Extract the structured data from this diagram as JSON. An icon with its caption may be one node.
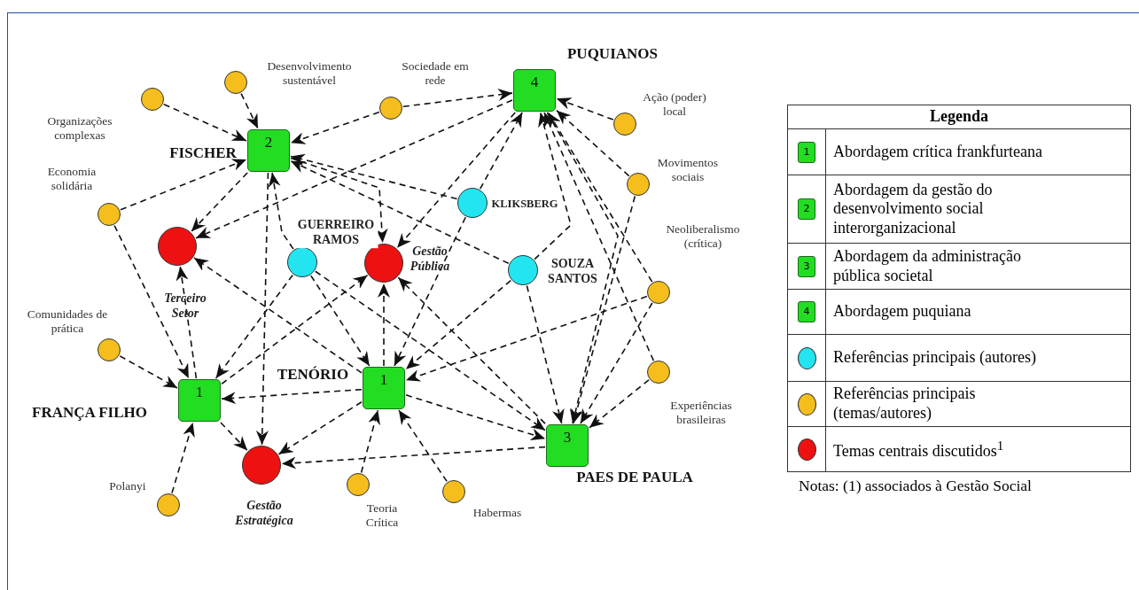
{
  "diagram": {
    "nodes": [
      {
        "text": [
          "2",
          "FISCHER"
        ]
      },
      {
        "text": [
          "4",
          "PUQUIANOS"
        ]
      },
      {
        "text": [
          "1",
          "FRANÇA FILHO"
        ]
      },
      {
        "text": [
          "1",
          "TENÓRIO"
        ]
      },
      {
        "text": [
          "3",
          "PAES DE PAULA"
        ]
      },
      {
        "text": [
          "Terceiro Setor"
        ]
      },
      {
        "text": [
          "Gestão Pública"
        ]
      },
      {
        "text": [
          "Gestão Estratégica"
        ]
      },
      {
        "text": [
          "GUERREIRO RAMOS"
        ]
      },
      {
        "text": [
          "KLIKSBERG"
        ]
      },
      {
        "text": [
          "SOUZA SANTOS"
        ]
      },
      {
        "text": [
          "Organizações complexas"
        ]
      },
      {
        "text": [
          "Desenvolvimento sustentável"
        ]
      },
      {
        "text": [
          "Sociedade em rede"
        ]
      },
      {
        "text": [
          "Economia solidária"
        ]
      },
      {
        "text": [
          "Ação (poder) local"
        ]
      },
      {
        "text": [
          "Movimentos sociais"
        ]
      },
      {
        "text": [
          "Neoliberalismo (crítica)"
        ]
      },
      {
        "text": [
          "Comunidades de prática"
        ]
      },
      {
        "text": [
          "Experiências brasileiras"
        ]
      },
      {
        "text": [
          "Polanyi"
        ]
      },
      {
        "text": [
          "Teoria Crítica"
        ]
      },
      {
        "text": [
          "Habermas"
        ]
      }
    ],
    "edges": [
      {
        "from": 11,
        "to": 0,
        "arrow": "to",
        "style": "dashed"
      },
      {
        "from": 12,
        "to": 0,
        "arrow": "to",
        "style": "dashed"
      },
      {
        "from": 13,
        "to": 0,
        "arrow": "to",
        "style": "dashed"
      },
      {
        "from": 13,
        "to": 1,
        "arrow": "to",
        "style": "dashed"
      },
      {
        "from": 14,
        "to": 0,
        "arrow": "to",
        "style": "dashed"
      },
      {
        "from": 14,
        "to": 2,
        "arrow": "to",
        "style": "dashed"
      },
      {
        "from": 0,
        "to": 5,
        "arrow": "to",
        "style": "dashed"
      },
      {
        "from": 1,
        "to": 5,
        "arrow": "to",
        "style": "dashed"
      },
      {
        "from": 0,
        "to": 7,
        "arrow": "to",
        "style": "dashed"
      },
      {
        "from": 8,
        "to": 0,
        "arrow": "to",
        "style": "dashed"
      },
      {
        "from": 0,
        "to": 6,
        "arrow": "to",
        "style": "dashed"
      },
      {
        "from": 9,
        "to": 0,
        "arrow": "to",
        "style": "dashed"
      },
      {
        "from": 10,
        "to": 0,
        "arrow": "to",
        "style": "dashed"
      },
      {
        "from": 1,
        "to": 6,
        "arrow": "to",
        "style": "dashed"
      },
      {
        "from": 9,
        "to": 1,
        "arrow": "to",
        "style": "dashed"
      },
      {
        "from": 10,
        "to": 1,
        "arrow": "to",
        "style": "dashed"
      },
      {
        "from": 15,
        "to": 1,
        "arrow": "to",
        "style": "dashed"
      },
      {
        "from": 16,
        "to": 1,
        "arrow": "to",
        "style": "dashed"
      },
      {
        "from": 17,
        "to": 1,
        "arrow": "to",
        "style": "dashed"
      },
      {
        "from": 19,
        "to": 1,
        "arrow": "to",
        "style": "dashed"
      },
      {
        "from": 1,
        "to": 4,
        "arrow": "to",
        "style": "dashed"
      },
      {
        "from": 9,
        "to": 3,
        "arrow": "to",
        "style": "dashed"
      },
      {
        "from": 10,
        "to": 3,
        "arrow": "to",
        "style": "dashed"
      },
      {
        "from": 17,
        "to": 3,
        "arrow": "to",
        "style": "dashed"
      },
      {
        "from": 8,
        "to": 3,
        "arrow": "to",
        "style": "dashed"
      },
      {
        "from": 8,
        "to": 2,
        "arrow": "to",
        "style": "dashed"
      },
      {
        "from": 8,
        "to": 4,
        "arrow": "to",
        "style": "dashed"
      },
      {
        "from": 4,
        "to": 6,
        "arrow": "to",
        "style": "dashed"
      },
      {
        "from": 3,
        "to": 6,
        "arrow": "to",
        "style": "dashed"
      },
      {
        "from": 3,
        "to": 5,
        "arrow": "to",
        "style": "dashed"
      },
      {
        "from": 2,
        "to": 5,
        "arrow": "to",
        "style": "dashed"
      },
      {
        "from": 18,
        "to": 2,
        "arrow": "to",
        "style": "dashed"
      },
      {
        "from": 20,
        "to": 2,
        "arrow": "to",
        "style": "dashed"
      },
      {
        "from": 2,
        "to": 7,
        "arrow": "to",
        "style": "dashed"
      },
      {
        "from": 3,
        "to": 2,
        "arrow": "to",
        "style": "dashed"
      },
      {
        "from": 3,
        "to": 7,
        "arrow": "to",
        "style": "dashed"
      },
      {
        "from": 4,
        "to": 7,
        "arrow": "to",
        "style": "dashed"
      },
      {
        "from": 21,
        "to": 3,
        "arrow": "to",
        "style": "dashed"
      },
      {
        "from": 22,
        "to": 3,
        "arrow": "to",
        "style": "dashed"
      },
      {
        "from": 2,
        "to": 6,
        "arrow": "to",
        "style": "dashed"
      },
      {
        "from": 3,
        "to": 4,
        "arrow": "to",
        "style": "dashed"
      },
      {
        "from": 10,
        "to": 4,
        "arrow": "to",
        "style": "dashed"
      },
      {
        "from": 16,
        "to": 4,
        "arrow": "to",
        "style": "dashed"
      },
      {
        "from": 17,
        "to": 4,
        "arrow": "to",
        "style": "dashed"
      },
      {
        "from": 19,
        "to": 4,
        "arrow": "to",
        "style": "dashed"
      }
    ],
    "labels": [
      "Legenda",
      "1",
      "2",
      "3",
      "4",
      "Notas: (1) associados à Gestão Social"
    ],
    "legend": [
      {
        "text": "Abordagem crítica frankfurteana",
        "color": "#22dd22"
      },
      {
        "text": "Abordagem da gestão do desenvolvimento social interorganizacional",
        "color": "#22dd22"
      },
      {
        "text": "Abordagem da administração pública societal",
        "color": "#22dd22"
      },
      {
        "text": "Abordagem puquiana",
        "color": "#22dd22"
      },
      {
        "text": "Referências principais (autores)",
        "color": "#22e5f0"
      },
      {
        "text": "Referências principais (temas/autores)",
        "color": "#f5be1c"
      },
      {
        "text": "Temas centrais discutidos$^{1}$",
        "color": "#ee1111"
      }
    ]
  }
}
